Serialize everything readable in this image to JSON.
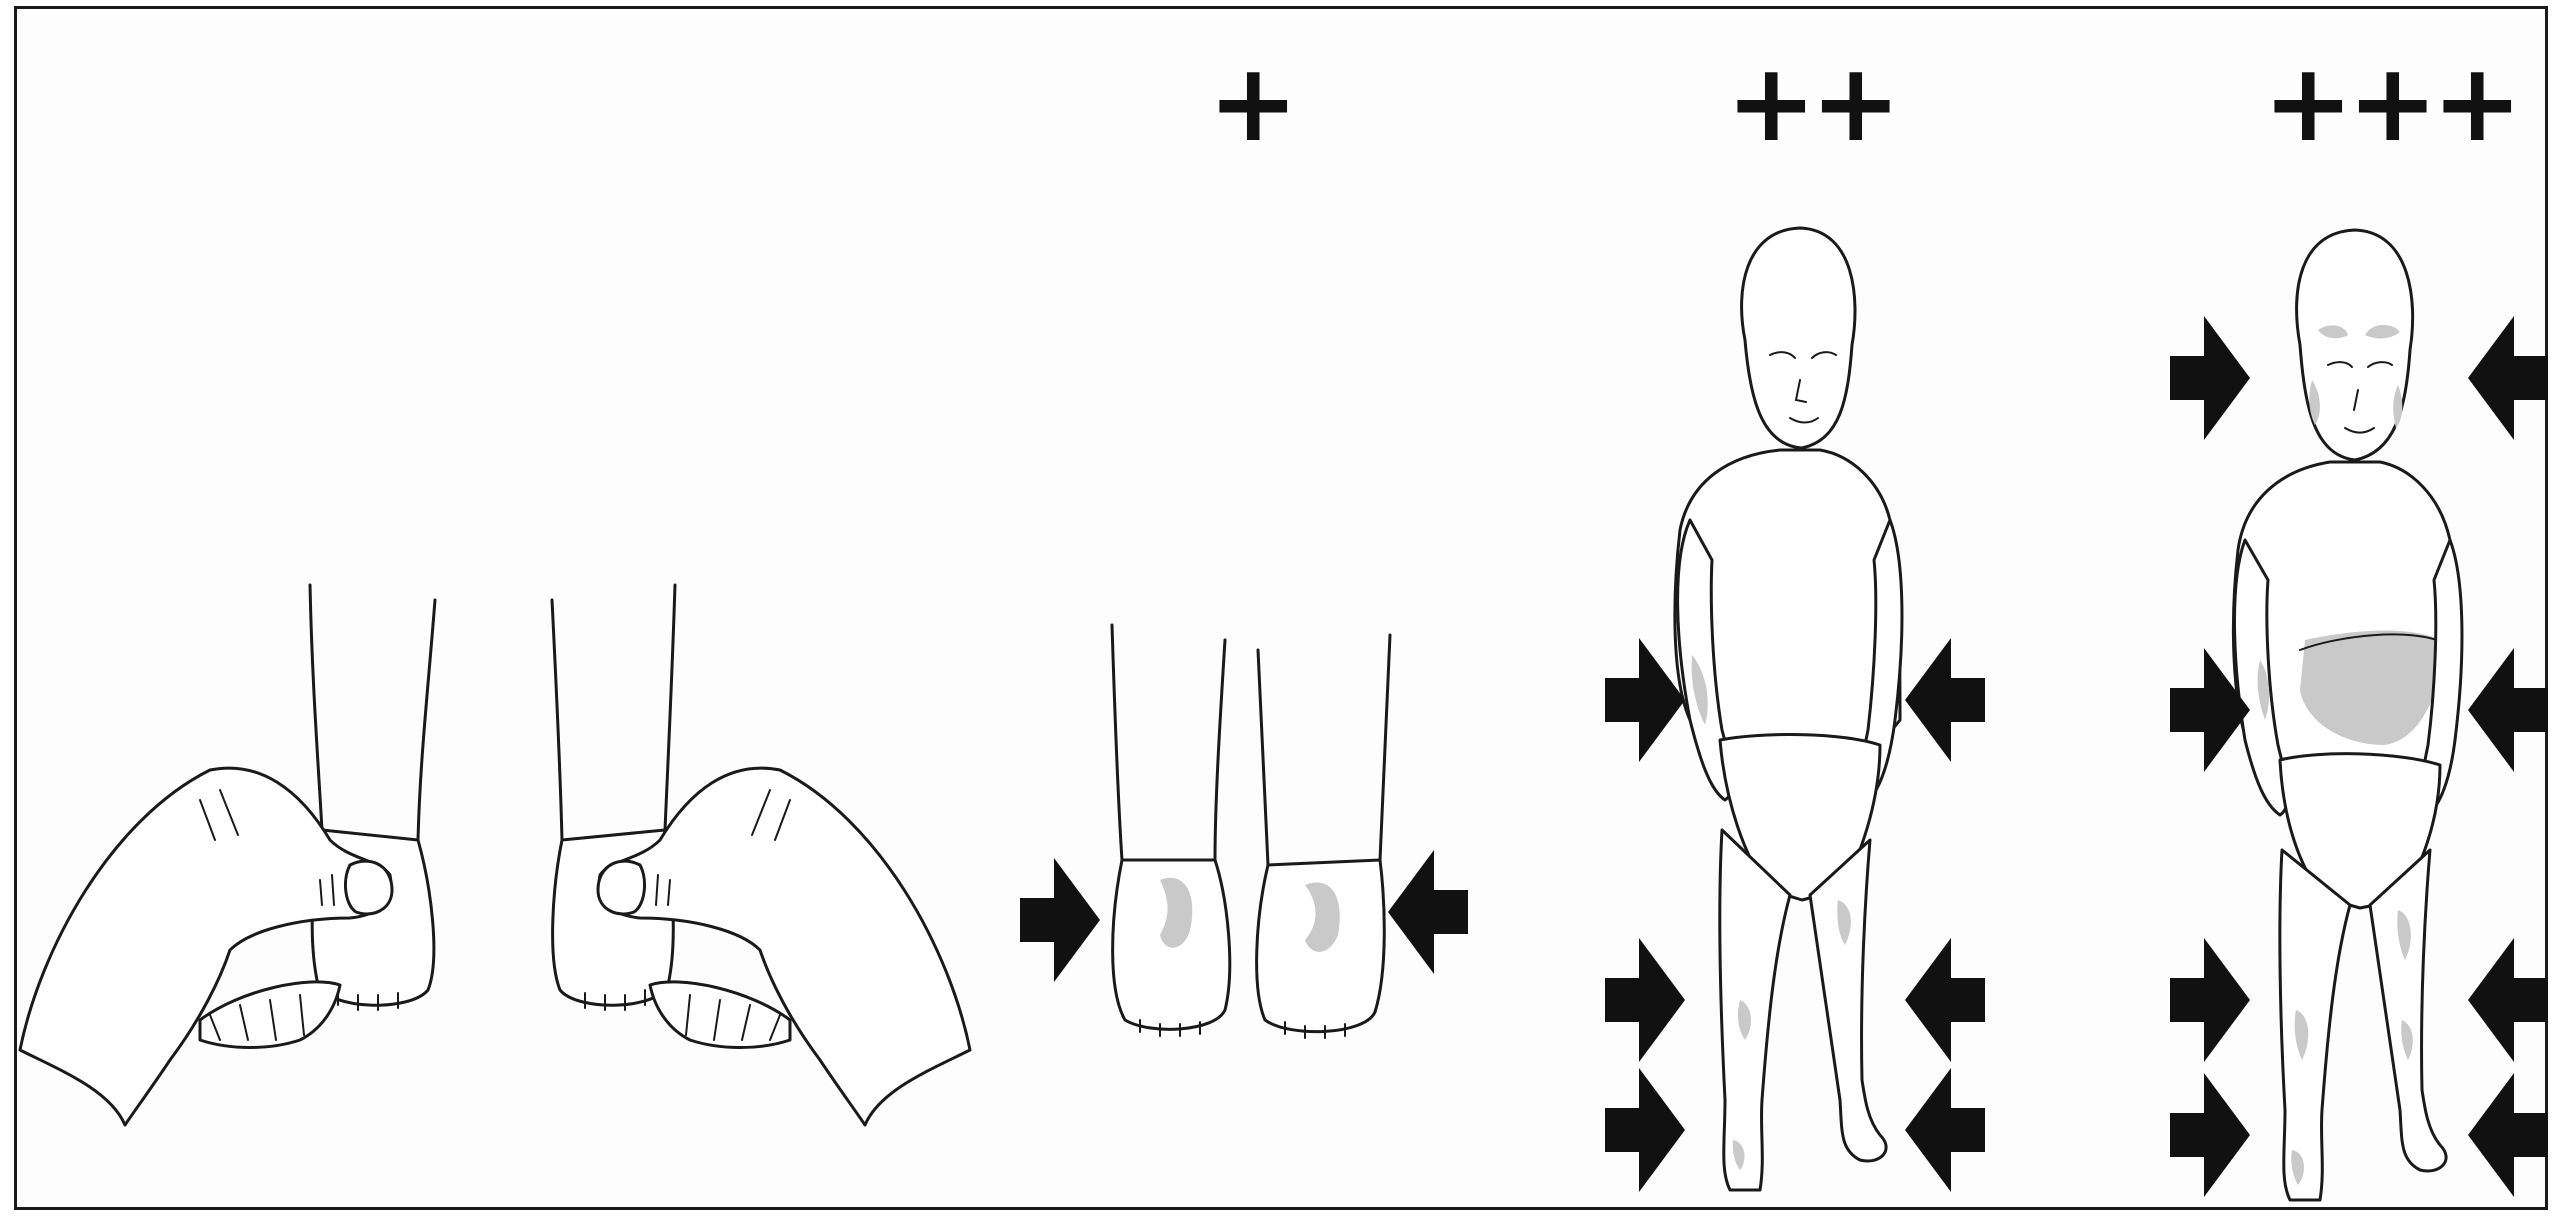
{
  "grades": [
    {
      "key": "none",
      "label": ""
    },
    {
      "key": "plus",
      "label": "+"
    },
    {
      "key": "plusplus",
      "label": "++"
    },
    {
      "key": "plusplusplus",
      "label": "+++"
    }
  ],
  "colors": {
    "line": "#1a1a1a",
    "edema_shading": "#c9c9c9",
    "arrow": "#111111",
    "background": "#fdfdfd"
  },
  "icons": [
    "thumb-press-feet-illustration",
    "feet-edema-illustration",
    "child-moderate-edema-illustration",
    "child-severe-edema-illustration",
    "arrow-right-icon",
    "arrow-left-icon"
  ]
}
